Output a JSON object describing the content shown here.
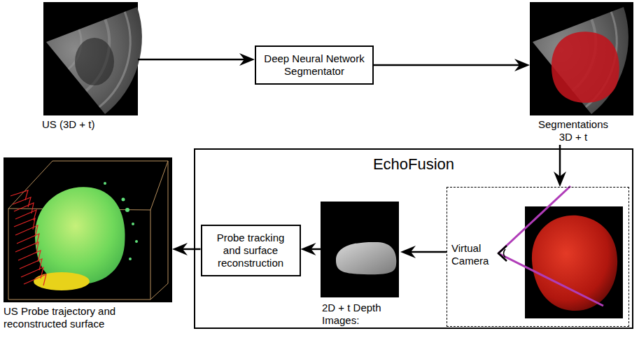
{
  "diagram": {
    "nodes": [
      {
        "text": [
          "US (3D + t)"
        ]
      },
      {
        "text": [
          "Deep Neural Network Segmentator"
        ]
      },
      {
        "text": [
          "Segmentations 3D + t"
        ]
      },
      {
        "text": [
          "US Probe trajectory and reconstructed surface"
        ]
      },
      {
        "text": [
          "EchoFusion"
        ]
      },
      {
        "text": [
          "Probe tracking and surface reconstruction"
        ],
        "in": 4
      },
      {
        "text": [
          "2D + t Depth Images:"
        ],
        "in": 4
      },
      {
        "text": [
          "Virtual Camera"
        ],
        "in": 4
      }
    ],
    "edges": [
      {
        "from": 0,
        "to": 1,
        "arrow": "to"
      },
      {
        "from": 1,
        "to": 2,
        "arrow": "to"
      },
      {
        "from": 2,
        "to": 7,
        "arrow": "to"
      },
      {
        "from": 7,
        "to": 6,
        "arrow": "to"
      },
      {
        "from": 6,
        "to": 5,
        "arrow": "to"
      },
      {
        "from": 5,
        "to": 3,
        "arrow": "to"
      }
    ]
  }
}
